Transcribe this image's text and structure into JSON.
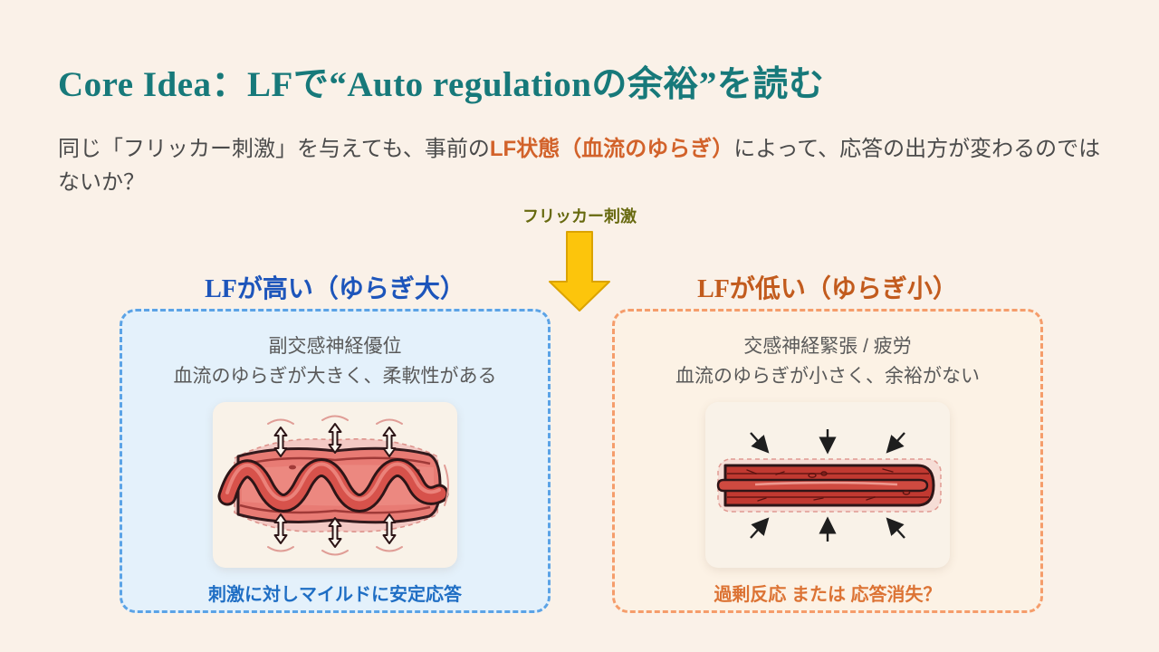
{
  "slide": {
    "title": "Core Idea：LFで“Auto regulationの余裕”を読む",
    "intro": {
      "pre": "同じ「フリッカー刺激」を与えても、事前の",
      "highlight": "LF状態（血流のゆらぎ）",
      "post": "によって、応答の出方が変わるのではないか？"
    },
    "stimulus_label": "フリッカー刺激",
    "left_panel": {
      "title": "LFが高い（ゆらぎ大）",
      "line1": "副交感神経優位",
      "line2": "血流のゆらぎが大きく、柔軟性がある",
      "caption": "刺激に対しマイルドに安定応答",
      "illustration": "flexible-wavy-blood-vessel-expanding-outward-arrows"
    },
    "right_panel": {
      "title": "LFが低い（ゆらぎ小）",
      "line1": "交感神経緊張 / 疲労",
      "line2": "血流のゆらぎが小さく、余裕がない",
      "caption": "過剰反応 または 応答消失？",
      "illustration": "constricted-straight-blood-vessel-inward-arrows"
    },
    "icons": {
      "down_arrow": "block-down-arrow"
    },
    "colors": {
      "background": "#faf1e8",
      "title_teal": "#17797a",
      "intro_gray": "#4b4b4b",
      "highlight_orange": "#d2622a",
      "stimulus_olive": "#67690f",
      "arrow_yellow": "#fcc50c",
      "arrow_border": "#dba300",
      "left_title_blue": "#1d55bb",
      "left_border_blue": "#5ba3e6",
      "left_bg_blue": "#e4f1fb",
      "left_caption_blue": "#1f6ec4",
      "right_title_orange": "#c25b1d",
      "right_border_orange": "#f59d6b",
      "right_bg_cream": "#fcf2e5",
      "right_caption_orange": "#dc7334",
      "panel_text_gray": "#595959",
      "card_cream": "#f9f2e8",
      "vessel_red": "#c13931"
    }
  }
}
